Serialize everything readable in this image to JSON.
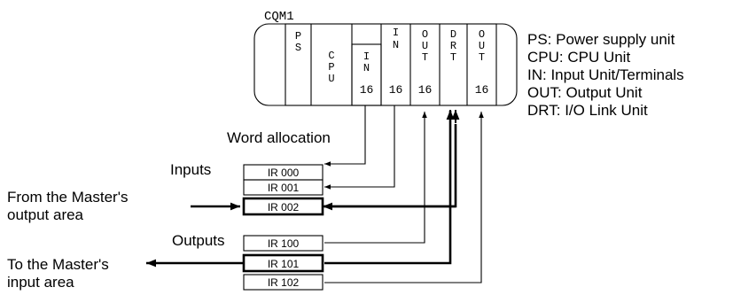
{
  "rack": {
    "model": "CQM1",
    "slots": [
      {
        "key": "ps",
        "letters": [
          "P",
          "S"
        ],
        "number": ""
      },
      {
        "key": "cpu",
        "letters": [
          "C",
          "P",
          "U"
        ],
        "number": ""
      },
      {
        "key": "cpu-in",
        "letters": [
          "I",
          "N"
        ],
        "number": "16"
      },
      {
        "key": "in",
        "letters": [
          "I",
          "N"
        ],
        "number": "16"
      },
      {
        "key": "out",
        "letters": [
          "O",
          "U",
          "T"
        ],
        "number": "16"
      },
      {
        "key": "drt",
        "letters": [
          "D",
          "R",
          "T"
        ],
        "number": ""
      },
      {
        "key": "out2",
        "letters": [
          "O",
          "U",
          "T"
        ],
        "number": "16"
      }
    ]
  },
  "legend": [
    "PS: Power supply unit",
    "CPU: CPU Unit",
    "IN: Input Unit/Terminals",
    "OUT: Output Unit",
    "DRT: I/O Link Unit"
  ],
  "word_allocation_label": "Word allocation",
  "inputs": {
    "label": "Inputs",
    "registers": [
      "IR 000",
      "IR 001",
      "IR 002"
    ]
  },
  "outputs": {
    "label": "Outputs",
    "registers": [
      "IR 100",
      "IR 101",
      "IR 102"
    ]
  },
  "master_output": [
    "From the Master's",
    "output area"
  ],
  "master_input": [
    "To the Master's",
    "input area"
  ]
}
